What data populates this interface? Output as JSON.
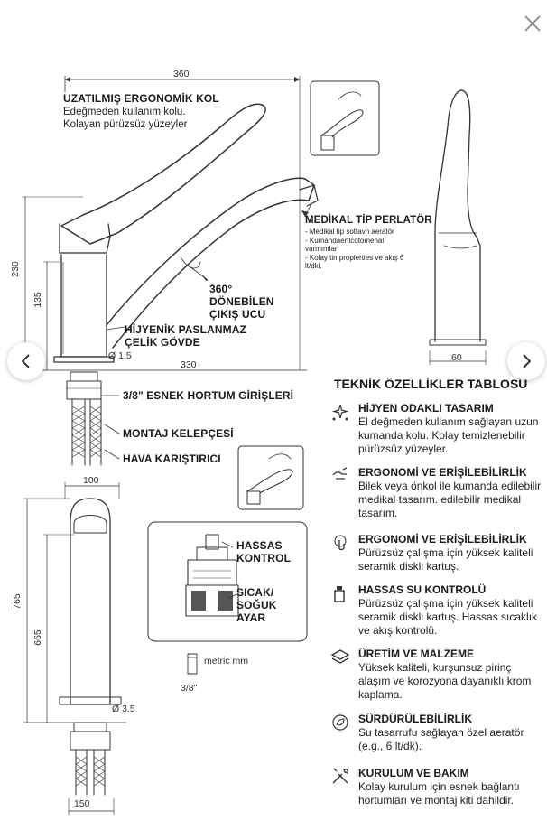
{
  "ui": {
    "close_icon": "close-icon",
    "prev_icon": "chevron-left-icon",
    "next_icon": "chevron-right-icon"
  },
  "top_view": {
    "dim_width_top": "360",
    "dim_height_230": "230",
    "dim_height_135": "135",
    "dim_diameter": "Ø 1.5",
    "dim_reach": "330"
  },
  "labels": {
    "lever_title": "UZATILMIŞ ERGONOMİK KOL",
    "lever_desc": "Edeğmeden kullanım kolu. Kolayan pürüzsüz yüzeyler",
    "aerator_title": "MEDİKAL TİP PERLATÖR",
    "aerator_lines": [
      "- Medikal tip sottavn aeratör",
      "- Kumandaertlcotomenal varmımlar",
      "- Kolay tin propierties ve akış 6 lt/dkl."
    ],
    "swivel_title": "360° DÖNEBİLEN ÇIKIŞ UCU",
    "body_title": "HİJYENİK PASLANMAZ ÇELİK GÖVDE",
    "hose_title": "3/8\" ESNEK HORTUM GİRİŞLERİ",
    "clamp_title": "MONTAJ KELEPÇESİ",
    "air_title": "HAVA KARIŞTIRICI"
  },
  "side_view": {
    "dim_width": "60"
  },
  "bottom_view": {
    "dim_top": "100",
    "dim_765": "765",
    "dim_665": "665",
    "dim_diameter": "Ø 3.5",
    "dim_bottom": "150"
  },
  "cartridge": {
    "label_precise": "HASSAS KONTROL",
    "label_temp": "SICAK/ SOĞUK AYAR"
  },
  "hose_detail": {
    "unit": "metric mm",
    "size": "3/8\""
  },
  "table": {
    "title": "TEKNİK ÖZELLİKLER TABLOSU",
    "features": [
      {
        "icon": "sparkle-hygiene-icon",
        "title": "HİJYEN ODAKLI TASARIM",
        "desc": "El değmeden kullanım sağlayan uzun kumanda kolu. Kolay temizlenebilir pürüzsüz yüzeyler."
      },
      {
        "icon": "hand-tap-icon",
        "title": "ERGONOMİ VE ERİŞİLEBİLİRLİK",
        "desc": "Bilek veya önkol ile kumanda edilebilir medikal tasarım. edilebilir medikal tasarım."
      },
      {
        "icon": "touch-hand-icon",
        "title": "ERGONOMİ VE ERİŞİLEBİLİRLİK",
        "desc": "Pürüzsüz çalışma için yüksek kaliteli seramik diskli kartuş."
      },
      {
        "icon": "faucet-icon",
        "title": "HASSAS SU KONTROLÜ",
        "desc": "Pürüzsüz çalışma için yüksek kaliteli seramik diskli kartuş. Hassas sıcaklık ve akış kontrolü."
      },
      {
        "icon": "layers-icon",
        "title": "ÜRETİM VE MALZEME",
        "desc": "Yüksek kaliteli, kurşunsuz pirinç alaşım ve korozyona dayanıklı krom kaplama."
      },
      {
        "icon": "recycle-leaf-icon",
        "title": "SÜRDÜRÜLEBİLİRLİK",
        "desc": "Su tasarrufu sağlayan özel aeratör (e.g., 6 lt/dk)."
      },
      {
        "icon": "tools-icon",
        "title": "KURULUM VE BAKIM",
        "desc": "Kolay kurulum için esnek bağlantı hortumları ve montaj kiti dahildir."
      }
    ]
  }
}
